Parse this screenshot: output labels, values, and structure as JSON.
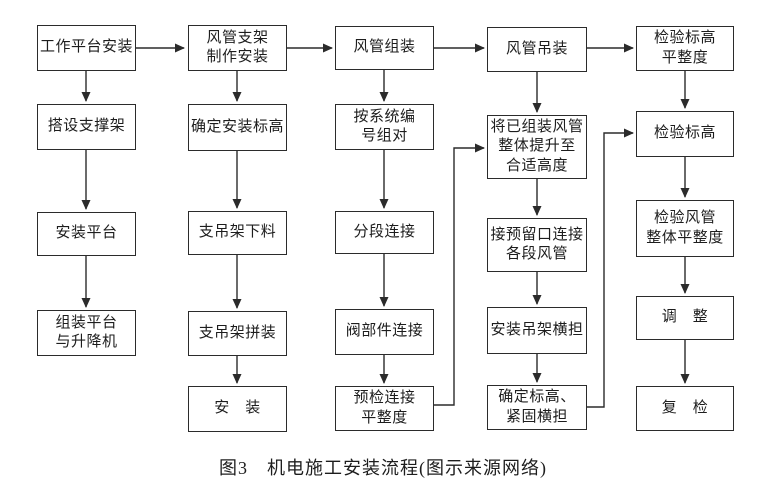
{
  "figure": {
    "caption": "图3　机电施工安装流程(图示来源网络)"
  },
  "flow": {
    "c1": {
      "b1": "工作平台安装",
      "b2": "搭设支撑架",
      "b3": "安装平台",
      "b4": "组装平台\n与升降机"
    },
    "c2": {
      "b1": "风管支架\n制作安装",
      "b2": "确定安装标高",
      "b3": "支吊架下料",
      "b4": "支吊架拼装",
      "b5": "安　装"
    },
    "c3": {
      "b1": "风管组装",
      "b2": "按系统编\n号组对",
      "b3": "分段连接",
      "b4": "阀部件连接",
      "b5": "预检连接\n平整度"
    },
    "c4": {
      "b1": "风管吊装",
      "b2": "将已组装风管\n整体提升至\n合适高度",
      "b3": "接预留口连接\n各段风管",
      "b4": "安装吊架横担",
      "b5": "确定标高、\n紧固横担"
    },
    "c5": {
      "b1": "检验标高\n平整度",
      "b2": "检验标高",
      "b3": "检验风管\n整体平整度",
      "b4": "调　整",
      "b5": "复　检"
    }
  }
}
